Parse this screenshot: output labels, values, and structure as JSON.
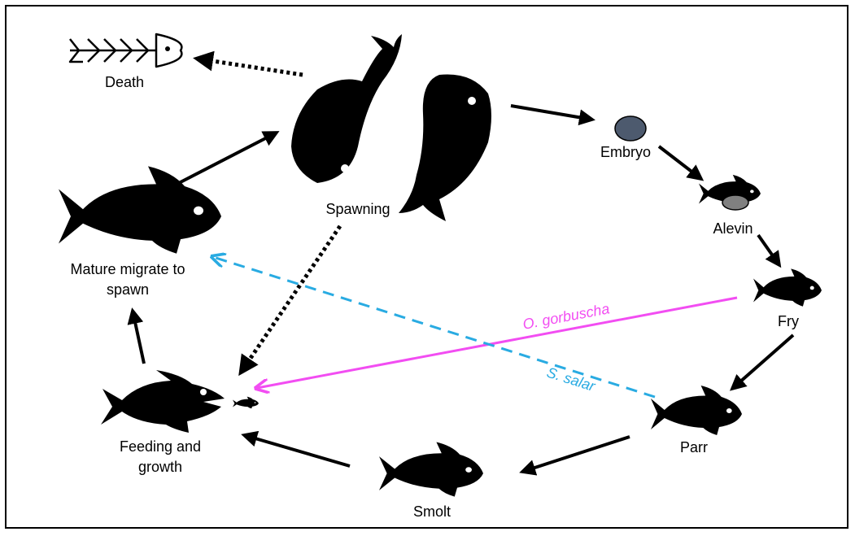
{
  "diagram": {
    "stages": {
      "death": "Death",
      "spawning": "Spawning",
      "embryo": "Embryo",
      "alevin": "Alevin",
      "fry": "Fry",
      "parr": "Parr",
      "smolt": "Smolt",
      "feeding_line1": "Feeding and",
      "feeding_line2": "growth",
      "mature_line1": "Mature migrate to",
      "mature_line2": "spawn"
    },
    "pathways": {
      "pink": "O. gorbuscha",
      "atlantic": "S. salar"
    },
    "colors": {
      "pink": "#f24df2",
      "atlantic": "#29abe2",
      "ink": "#000000",
      "embryo": "#4d5a6e",
      "yolk": "#808080"
    }
  }
}
